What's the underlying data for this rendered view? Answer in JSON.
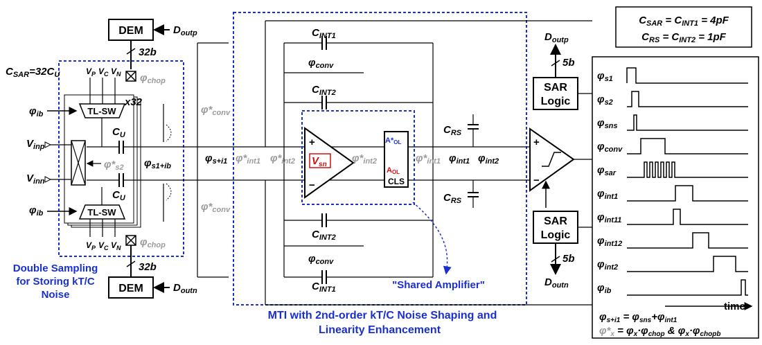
{
  "equations": {
    "line1": "C_SAR = C_INT1 = 4pF",
    "line2": "C_RS = C_INT2 = 1pF"
  },
  "blocks": {
    "dem_top": "DEM",
    "dem_bottom": "DEM",
    "tl_sw_top": "TL-SW",
    "tl_sw_bottom": "TL-SW",
    "sar_logic_top_1": "SAR",
    "sar_logic_top_2": "Logic",
    "sar_logic_bottom_1": "SAR",
    "sar_logic_bottom_2": "Logic",
    "cls": "CLS"
  },
  "signals": {
    "d_outp_in": "D",
    "d_outn_in": "D",
    "bits_top": "32b",
    "bits_bottom": "32b",
    "bits_sar_top": "5b",
    "bits_sar_bottom": "5b",
    "x32": "x32",
    "csar": "C",
    "vinp": "V",
    "vinn": "V"
  },
  "captions": {
    "left_1": "Double Sampling",
    "left_2": "for Storing kT/C",
    "left_3": "Noise",
    "bottom_1": "MTI with 2nd-order kT/C Noise Shaping and",
    "bottom_2": "Linearity Enhancement",
    "shared": "\"Shared Amplifier\""
  },
  "timing": {
    "rows": [
      "φs1",
      "φs2",
      "φsns",
      "φconv",
      "φsar",
      "φint1",
      "φint11",
      "φint12",
      "φint2",
      "φib"
    ],
    "time_label": "time",
    "eq1": "φs+i1 = φsns+φint1",
    "eq2": "φ*x = φx·φchop & φx·φchopb"
  },
  "colors": {
    "wire": "#000000",
    "blue": "#1a2fd0",
    "red": "#d01010",
    "gray": "#9a9a9a"
  }
}
